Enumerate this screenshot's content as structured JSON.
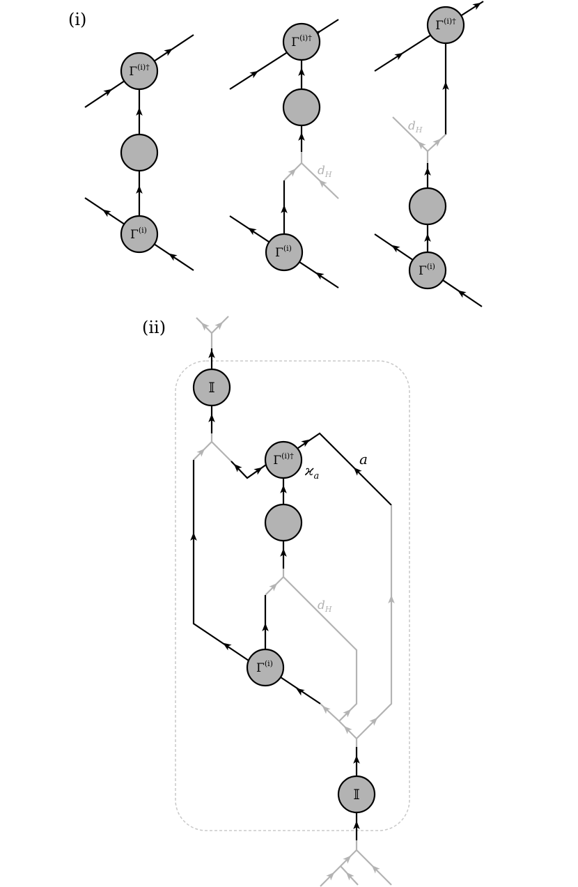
{
  "panel_labels": {
    "i": "(i)",
    "ii": "(ii)"
  },
  "node_labels": {
    "gamma": "Γ",
    "gamma_sup": "(i)",
    "gamma_dag_sup": "(i)†",
    "identity": "𝕀"
  },
  "edge_labels": {
    "dim_h_base": "d",
    "dim_h_sub": "H",
    "a": "a",
    "kappa_base": "ϰ",
    "kappa_sub": "a"
  },
  "colors": {
    "node_fill": "#b3b3b3",
    "edge_black": "#000000",
    "edge_grey": "#b3b3b3",
    "dashed_box": "#c8c8c8"
  }
}
